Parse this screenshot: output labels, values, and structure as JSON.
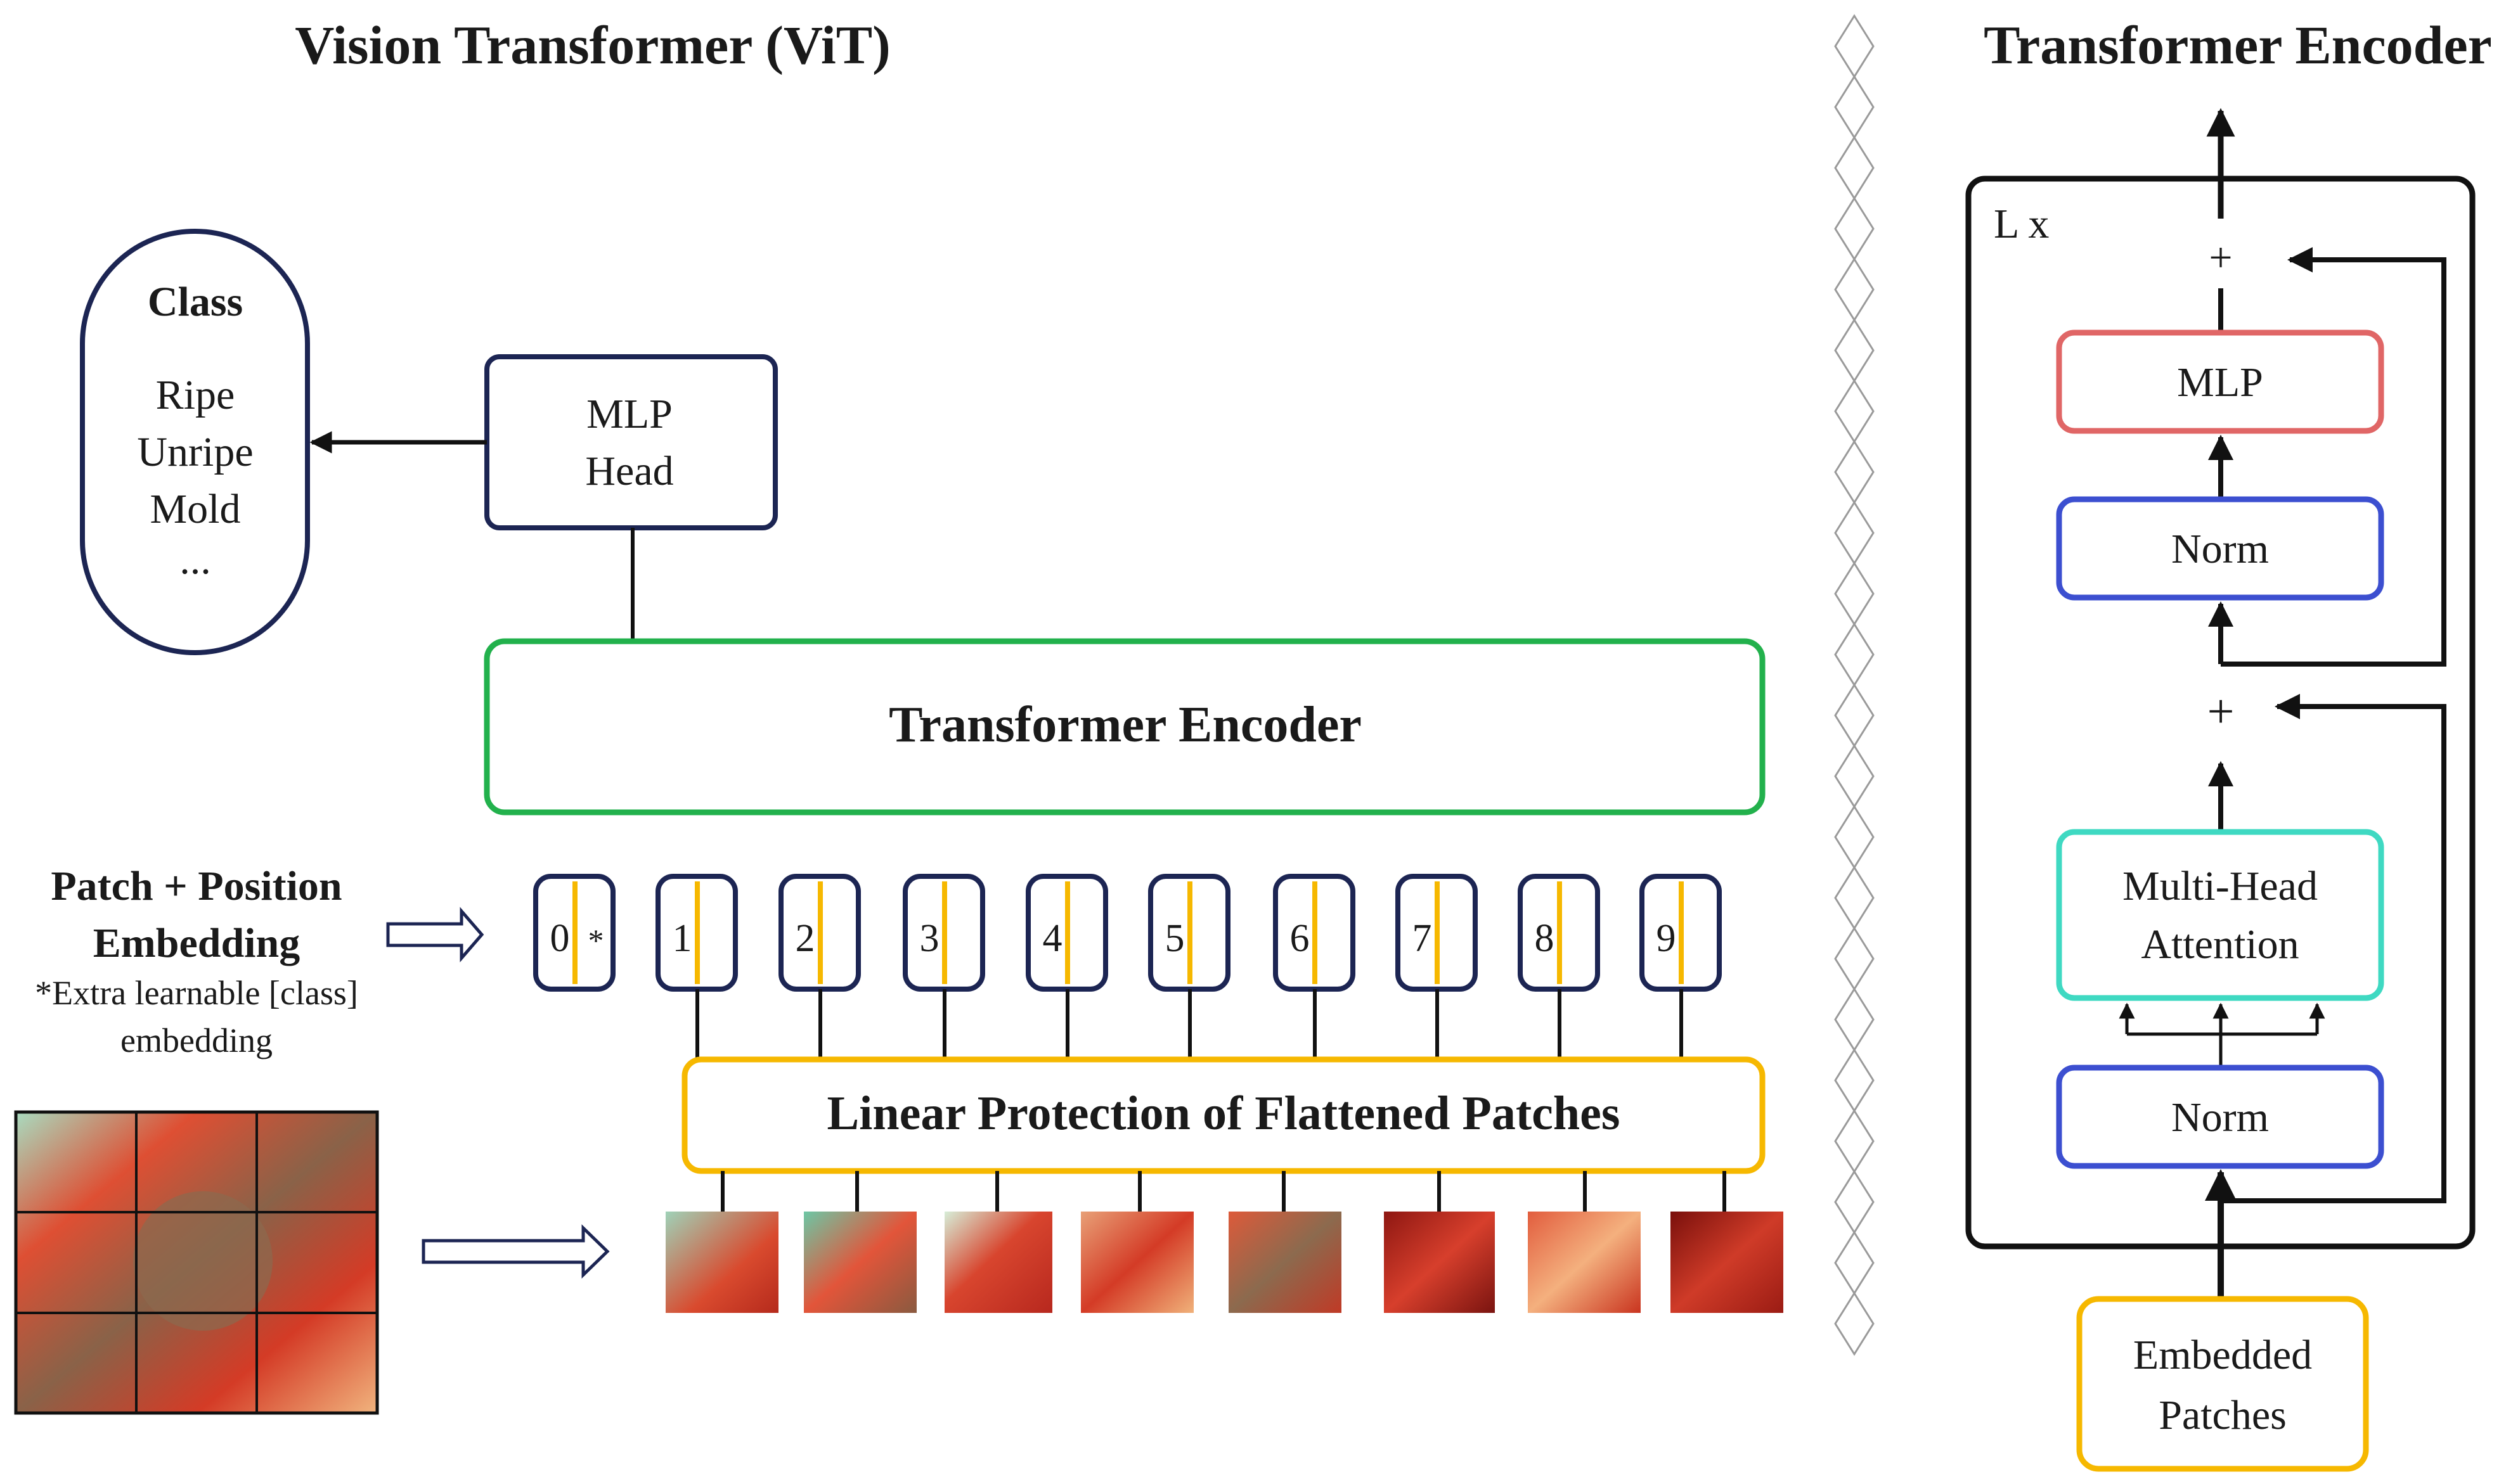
{
  "vit": {
    "title": "Vision Transformer (ViT)",
    "class_box": {
      "title": "Class",
      "items": [
        "Ripe",
        "Unripe",
        "Mold",
        "..."
      ]
    },
    "mlp_head": {
      "line1": "MLP",
      "line2": "Head"
    },
    "transformer_encoder": {
      "label": "Transformer Encoder"
    },
    "embedding_label": {
      "line1": "Patch + Position",
      "line2": "Embedding",
      "note1": "*Extra learnable [class]",
      "note2": "embedding"
    },
    "tokens": [
      "0",
      "1",
      "2",
      "3",
      "4",
      "5",
      "6",
      "7",
      "8",
      "9"
    ],
    "class_token_marker": "*",
    "linear_projection": {
      "label": "Linear Protection of Flattened Patches"
    }
  },
  "encoder_detail": {
    "title": "Transformer Encoder",
    "repeat_label": "L x",
    "plus_top": "+",
    "plus_mid": "+",
    "mlp": "MLP",
    "norm_top": "Norm",
    "attention": {
      "line1": "Multi-Head",
      "line2": "Attention"
    },
    "norm_bottom": "Norm",
    "embedded": {
      "line1": "Embedded",
      "line2": "Patches"
    }
  },
  "colors": {
    "navy": "#1c2553",
    "green": "#22b14c",
    "gold": "#f6b800",
    "red": "#e06666",
    "blue": "#3c4fd0",
    "teal": "#3fd9c2",
    "black": "#111111"
  }
}
